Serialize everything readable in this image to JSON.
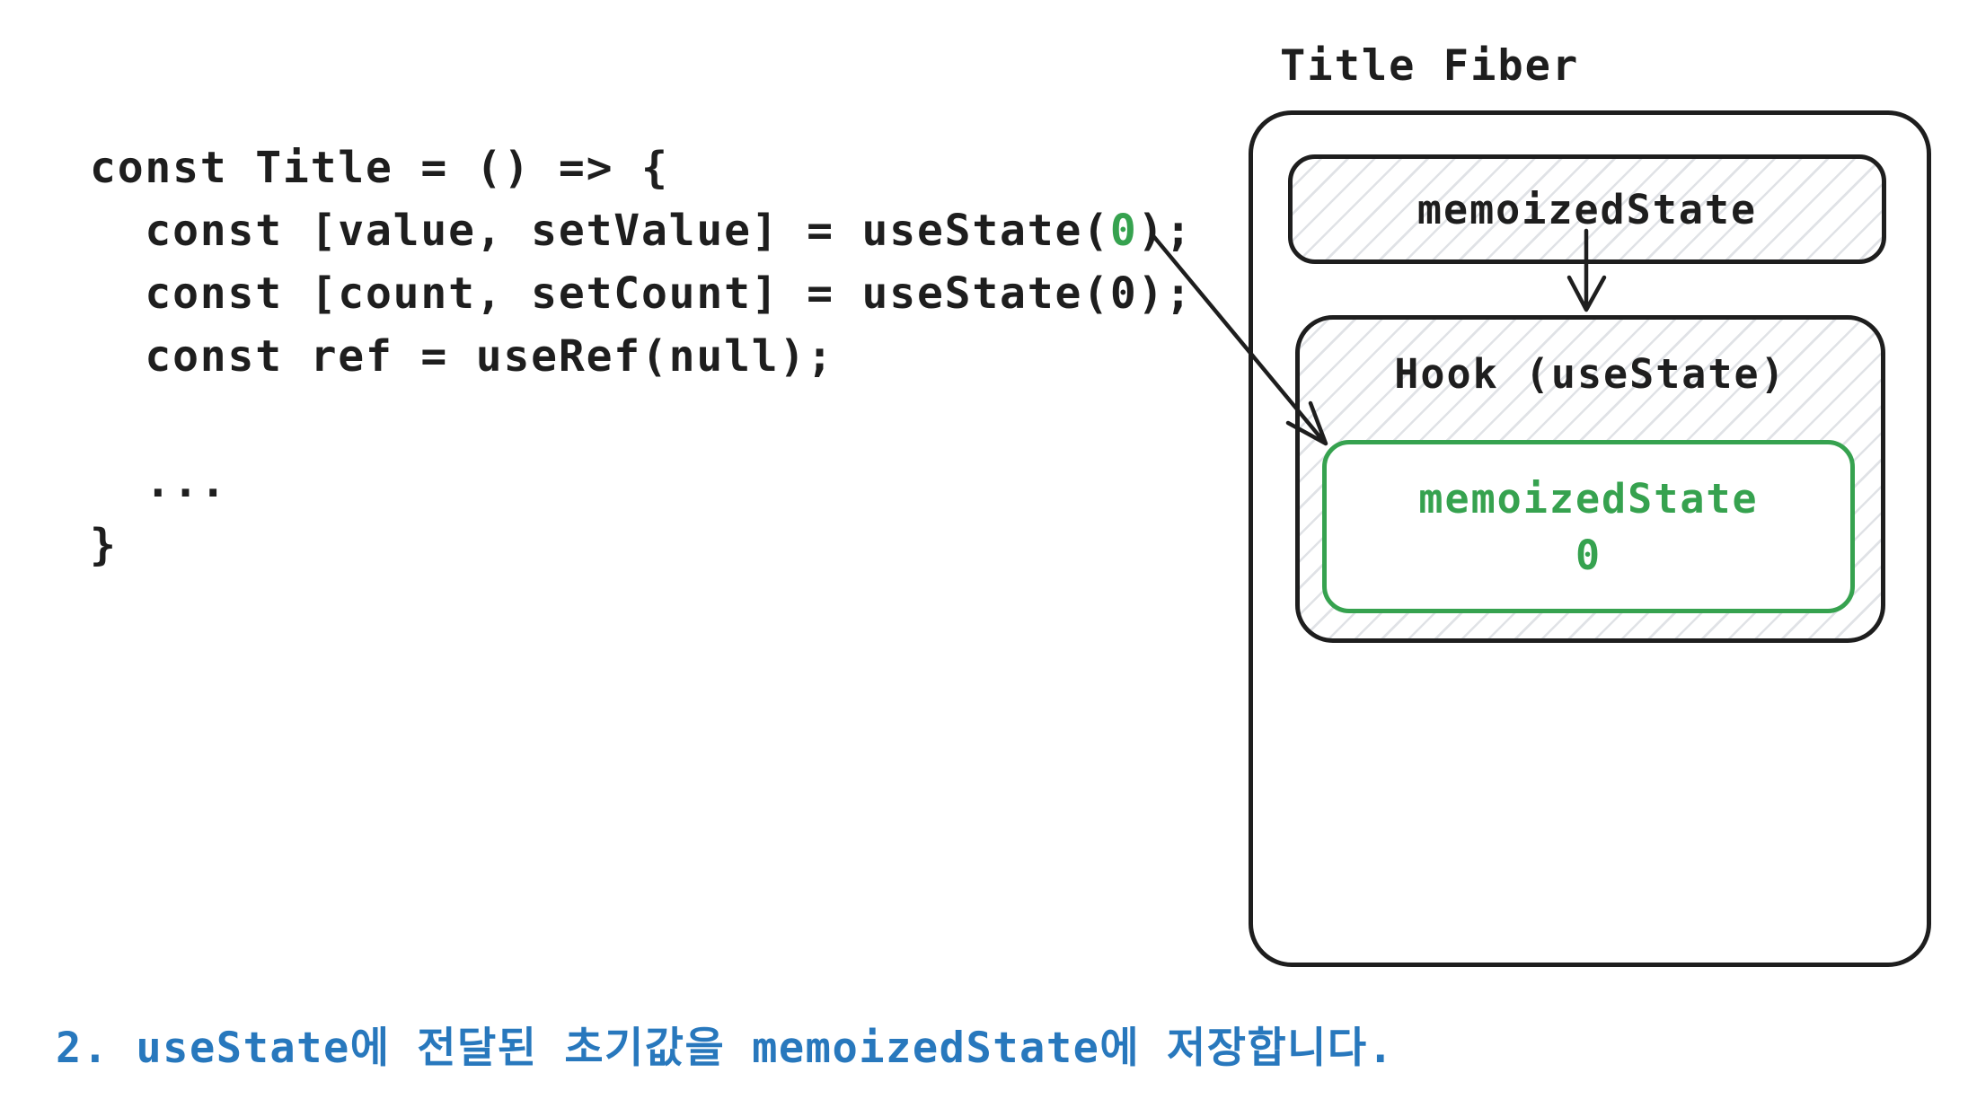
{
  "colors": {
    "ink": "#1e1e1e",
    "green": "#36a24f",
    "blue": "#2878bd"
  },
  "code": {
    "lines": [
      {
        "parts": [
          {
            "t": "const Title = () => {",
            "c": "ink"
          }
        ]
      },
      {
        "parts": [
          {
            "t": "  const [value, setValue] = useState(",
            "c": "ink"
          },
          {
            "t": "0",
            "c": "green"
          },
          {
            "t": ");",
            "c": "ink"
          }
        ]
      },
      {
        "parts": [
          {
            "t": "  const [count, setCount] = useState(0);",
            "c": "ink"
          }
        ]
      },
      {
        "parts": [
          {
            "t": "  const ref = useRef(null);",
            "c": "ink"
          }
        ]
      },
      {
        "parts": [
          {
            "t": "",
            "c": "ink"
          }
        ]
      },
      {
        "parts": [
          {
            "t": "  ...",
            "c": "ink"
          }
        ]
      },
      {
        "parts": [
          {
            "t": "}",
            "c": "ink"
          }
        ]
      }
    ]
  },
  "diagram": {
    "title": "Title Fiber",
    "fiber_memoized_label": "memoizedState",
    "hook_label": "Hook (useState)",
    "hook_memoized_label": "memoizedState",
    "hook_memoized_value": "0"
  },
  "caption": {
    "text": "2. useState에 전달된 초기값을 memoizedState에 저장합니다."
  }
}
